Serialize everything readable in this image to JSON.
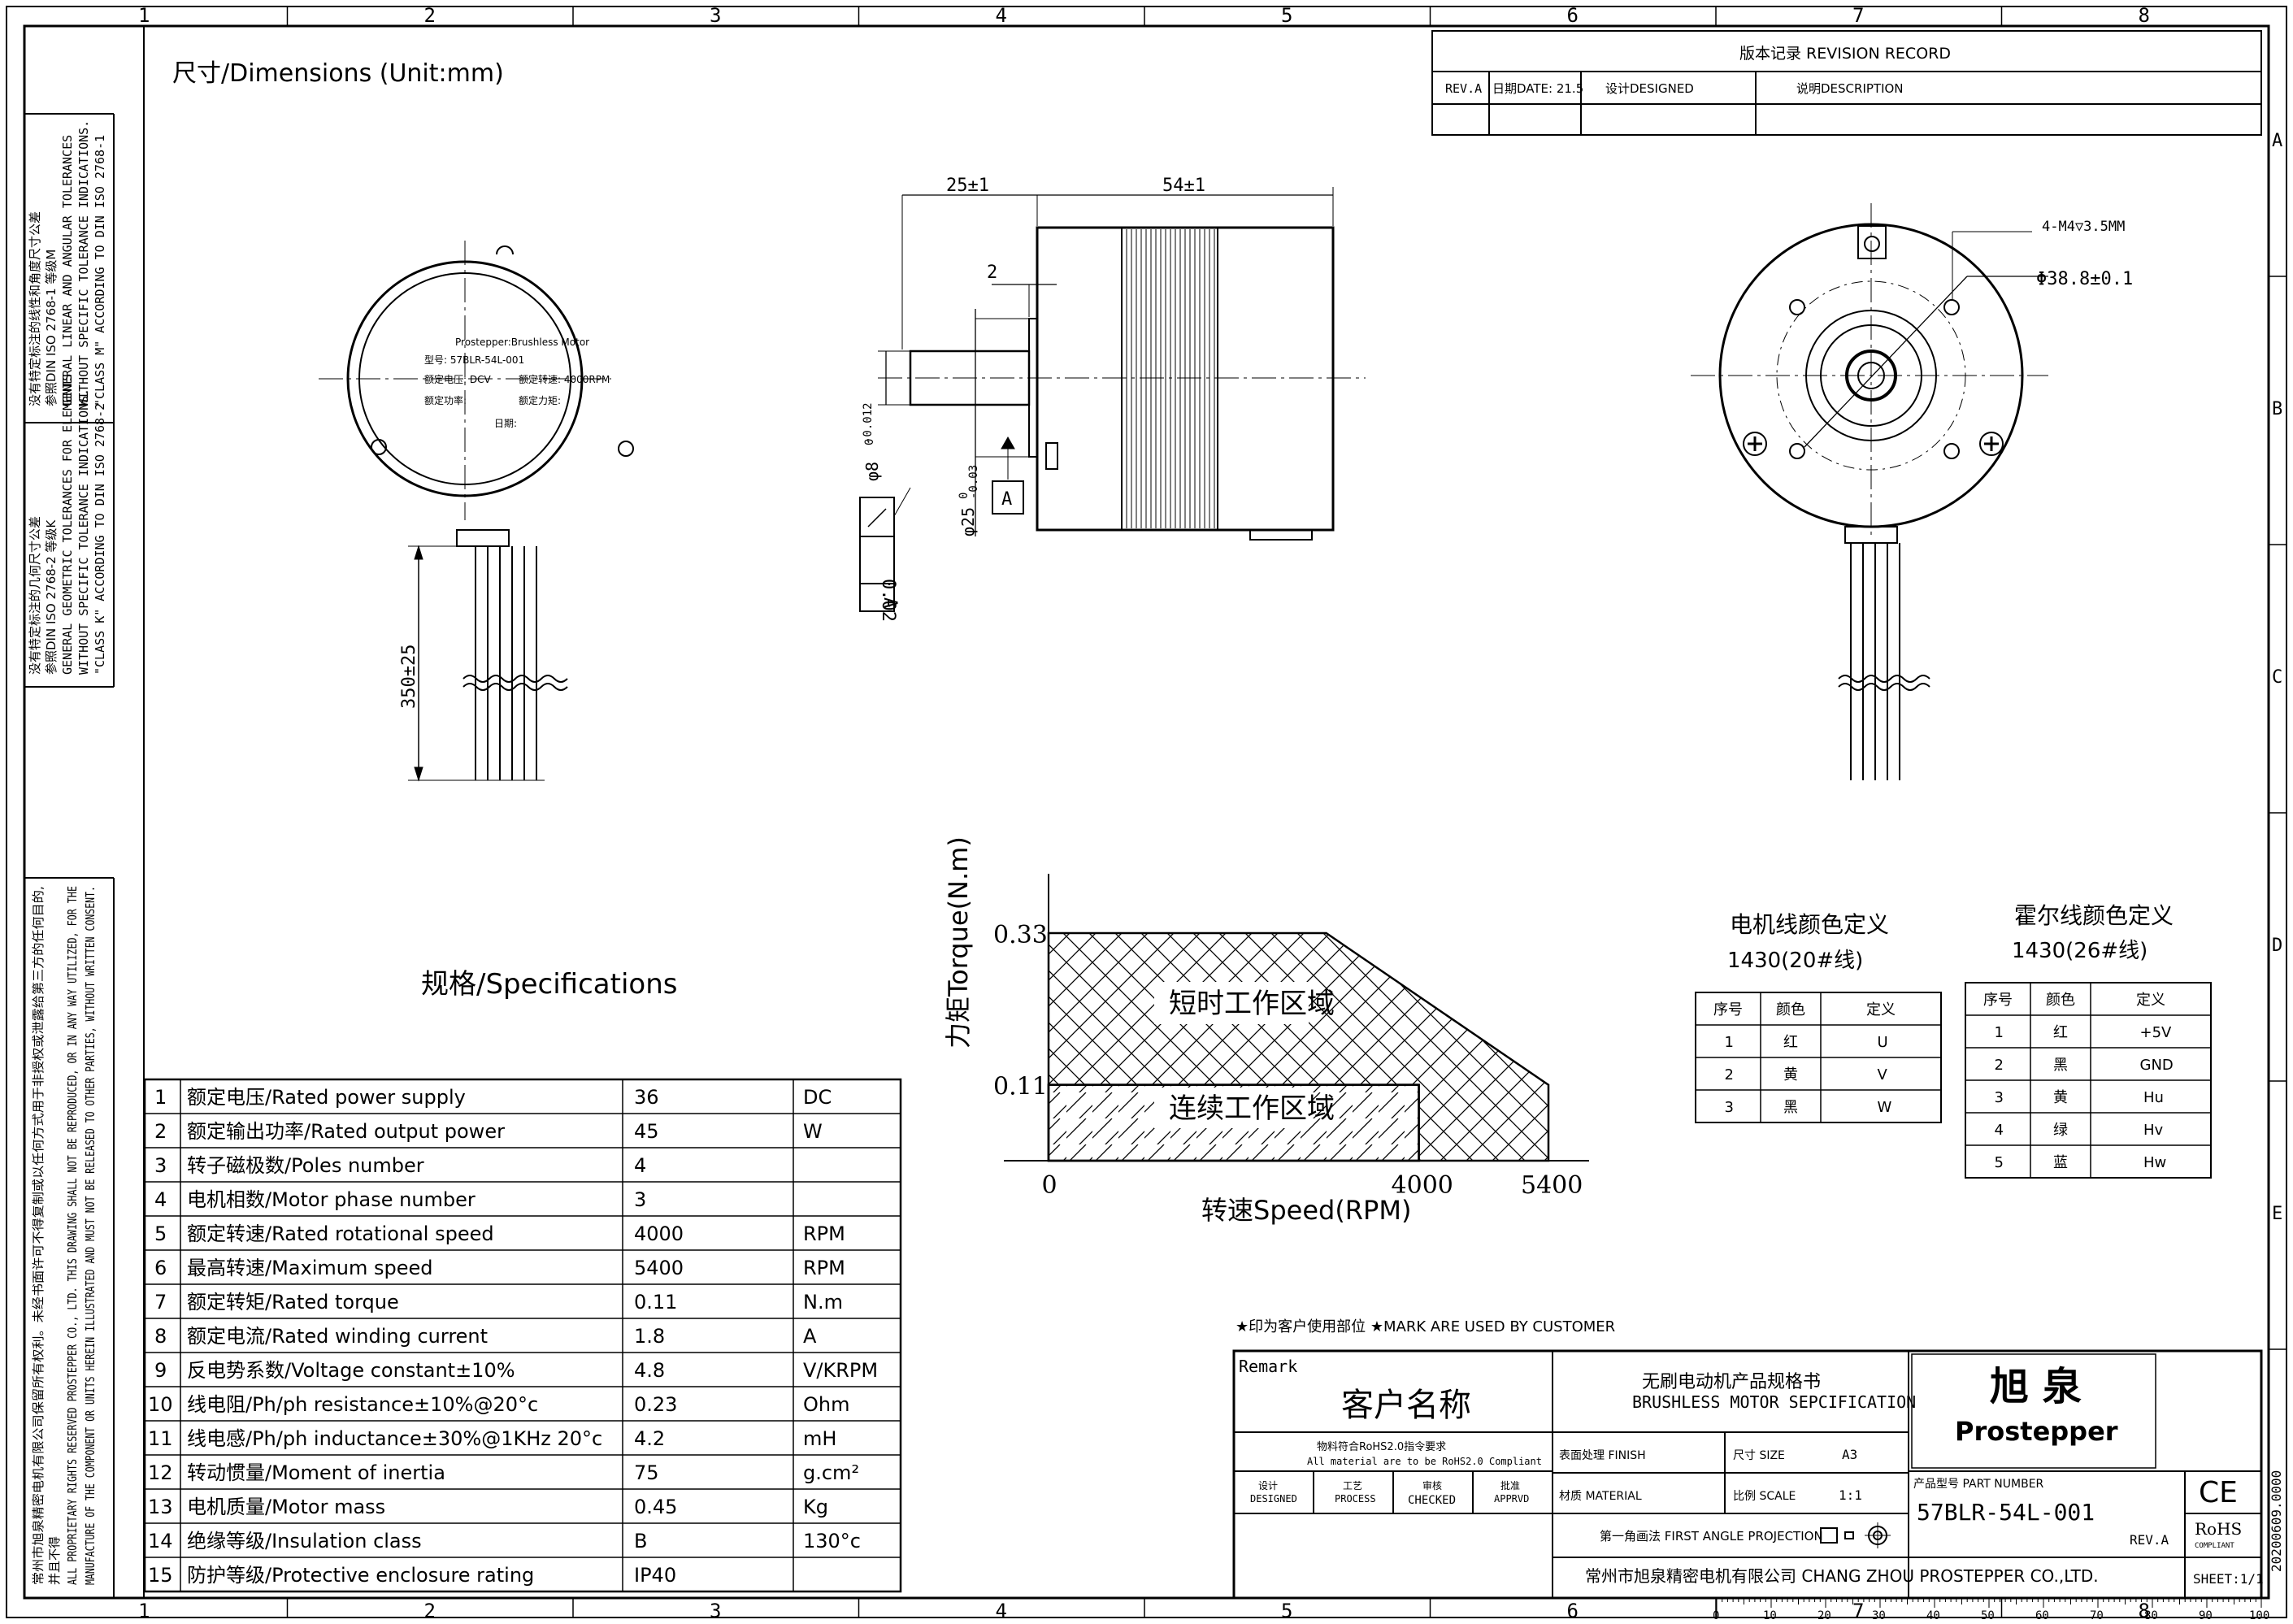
{
  "border": {
    "cols": [
      "1",
      "2",
      "3",
      "4",
      "5",
      "6",
      "7",
      "8"
    ],
    "rows": [
      "A",
      "B",
      "C",
      "D",
      "E"
    ]
  },
  "dimensions_title": "尺寸/Dimensions (Unit:mm)",
  "side_notes": {
    "general_linear": [
      "没有特定标注的线性和角度尺寸公差",
      "参照DIN ISO 2768-1 等级M",
      "GENERAL LINEAR AND ANGULAR TOLERANCES",
      "WITHOUT SPECIFIC TOLERANCE INDICATIONS.",
      "\"CLASS M\" ACCORDING TO DIN ISO 2768-1"
    ],
    "geometric": [
      "没有特定标注的几何尺寸公差",
      "参照DIN ISO 2768-2 等级K",
      "GENERAL GEOMETRIC TOLERANCES FOR ELEMENTS",
      "WITHOUT SPECIFIC TOLERANCE INDICATIONS.",
      "\"CLASS K\" ACCORDING TO DIN ISO 2768-2"
    ],
    "copyright": [
      "常州市旭泉精密电机有限公司保留所有权利。未经书面许可不得复制或以任何方式用于非授权或泄露给第三方的任何目的,",
      "并且不得",
      "ALL PROPRIETARY RIGHTS RESERVED PROSTEPPER CO., LTD. THIS DRAWING SHALL NOT BE REPRODUCED, OR IN ANY WAY UTILIZED, FOR THE",
      "MANUFACTURE OF THE COMPONENT OR UNITS HEREIN ILLUSTRATED AND MUST NOT BE RELEASED TO OTHER PARTIES, WITHOUT WRITTEN CONSENT."
    ]
  },
  "revision": {
    "title": "版本记录    REVISION RECORD",
    "rev": "REV.A",
    "date": "日期DATE: 21.5",
    "designed": "设计DESIGNED",
    "description": "说明DESCRIPTION"
  },
  "front_view": {
    "label_line1": "Prostepper:Brushless Motor",
    "label_line2": "型号: 57BLR-54L-001",
    "label_line3a": "额定电压: DCV",
    "label_line3b": "额定转速: 4000RPM",
    "label_line4a": "额定功率:",
    "label_line4b": "额定力矩:",
    "label_line5": "日期:",
    "lead_length": "350±25"
  },
  "side_view": {
    "dim_shaft": "25±1",
    "dim_body": "54±1",
    "dim_flange": "2",
    "shaft_dia": "φ8",
    "shaft_tol": "-0.012",
    "shaft_tol_top": "0",
    "pilot_dia": "φ25",
    "pilot_tol": "-0.03",
    "pilot_tol_top": "0",
    "datum": "A",
    "runout_value": "0.02",
    "runout_datum": "A"
  },
  "rear_view": {
    "holes": "4-M4▽3.5MM",
    "pcd": "Φ38.8±0.1"
  },
  "specs": {
    "title": "规格/Specifications",
    "rows": [
      {
        "no": "1",
        "name": "额定电压/Rated power supply",
        "value": "36",
        "unit": "DC"
      },
      {
        "no": "2",
        "name": "额定输出功率/Rated output power",
        "value": "45",
        "unit": "W"
      },
      {
        "no": "3",
        "name": "转子磁极数/Poles number",
        "value": "4",
        "unit": ""
      },
      {
        "no": "4",
        "name": "电机相数/Motor phase number",
        "value": "3",
        "unit": ""
      },
      {
        "no": "5",
        "name": "额定转速/Rated rotational speed",
        "value": "4000",
        "unit": "RPM"
      },
      {
        "no": "6",
        "name": "最高转速/Maximum speed",
        "value": "5400",
        "unit": "RPM"
      },
      {
        "no": "7",
        "name": "额定转矩/Rated torque",
        "value": "0.11",
        "unit": "N.m"
      },
      {
        "no": "8",
        "name": "额定电流/Rated winding current",
        "value": "1.8",
        "unit": "A"
      },
      {
        "no": "9",
        "name": "反电势系数/Voltage constant±10%",
        "value": "4.8",
        "unit": "V/KRPM"
      },
      {
        "no": "10",
        "name": "线电阻/Ph/ph resistance±10%@20°c",
        "value": "0.23",
        "unit": "Ohm"
      },
      {
        "no": "11",
        "name": "线电感/Ph/ph inductance±30%@1KHz 20°c",
        "value": "4.2",
        "unit": "mH"
      },
      {
        "no": "12",
        "name": "转动惯量/Moment of inertia",
        "value": "75",
        "unit": "g.cm²"
      },
      {
        "no": "13",
        "name": "电机质量/Motor mass",
        "value": "0.45",
        "unit": "Kg"
      },
      {
        "no": "14",
        "name": "绝缘等级/Insulation class",
        "value": "B",
        "unit": "130°c"
      },
      {
        "no": "15",
        "name": "防护等级/Protective enclosure rating",
        "value": "IP40",
        "unit": ""
      }
    ]
  },
  "chart_data": {
    "type": "area",
    "ylabel": "力矩Torque(N.m)",
    "xlabel": "转速Speed(RPM)",
    "x_ticks": [
      "0",
      "4000",
      "5400"
    ],
    "y_ticks": [
      "0.33",
      "0.11"
    ],
    "xlim": [
      0,
      5400
    ],
    "ylim": [
      0,
      0.33
    ],
    "regions": [
      {
        "name": "短时工作区域",
        "points": [
          [
            0,
            0.33
          ],
          [
            3000,
            0.33
          ],
          [
            5400,
            0.11
          ],
          [
            5400,
            0
          ]
        ]
      },
      {
        "name": "连续工作区域",
        "points": [
          [
            0,
            0.11
          ],
          [
            4000,
            0.11
          ],
          [
            4000,
            0
          ]
        ]
      }
    ]
  },
  "motor_wire": {
    "title": "电机线颜色定义",
    "subtitle": "1430(20#线)",
    "headers": [
      "序号",
      "颜色",
      "定义"
    ],
    "rows": [
      [
        "1",
        "红",
        "U"
      ],
      [
        "2",
        "黄",
        "V"
      ],
      [
        "3",
        "黑",
        "W"
      ]
    ]
  },
  "hall_wire": {
    "title": "霍尔线颜色定义",
    "subtitle": "1430(26#线)",
    "headers": [
      "序号",
      "颜色",
      "定义"
    ],
    "rows": [
      [
        "1",
        "红",
        "+5V"
      ],
      [
        "2",
        "黑",
        "GND"
      ],
      [
        "3",
        "黄",
        "Hu"
      ],
      [
        "4",
        "绿",
        "Hv"
      ],
      [
        "5",
        "蓝",
        "Hw"
      ]
    ]
  },
  "title_block": {
    "customer_note": "★印为客户使用部位   ★MARK ARE USED BY CUSTOMER",
    "remark": "Remark",
    "customer_name": "客户名称",
    "rohs_cn": "物料符合RoHS2.0指令要求",
    "rohs_en": "All material are to be RoHS2.0 Compliant",
    "roles": [
      "设计\nDESIGNED",
      "工艺\nPROCESS",
      "审核\nCHECKED",
      "批准\nAPPRVD"
    ],
    "spec_title_cn": "无刷电动机产品规格书",
    "spec_title_en": "BRUSHLESS MOTOR SEPCIFICATION",
    "finish": "表面处理 FINISH",
    "size_label": "尺寸 SIZE",
    "size_value": "A3",
    "material": "材质 MATERIAL",
    "scale_label": "比例 SCALE",
    "scale_value": "1:1",
    "projection": "第一角画法 FIRST ANGLE PROJECTION",
    "company": "常州市旭泉精密电机有限公司 CHANG ZHOU PROSTEPPER CO.,LTD.",
    "logo_cn": "旭 泉",
    "logo_en": "Prostepper",
    "part_label": "产品型号 PART NUMBER",
    "part_number": "57BLR-54L-001",
    "rev": "REV.A",
    "ce": "CE",
    "rohs": "RoHS",
    "rohs_sub": "COMPLIANT",
    "sheet": "SHEET:1/1",
    "doc_code": "20200609.0000",
    "ruler": [
      "0",
      "10",
      "20",
      "30",
      "40",
      "50",
      "60",
      "70",
      "80",
      "90",
      "100"
    ]
  }
}
